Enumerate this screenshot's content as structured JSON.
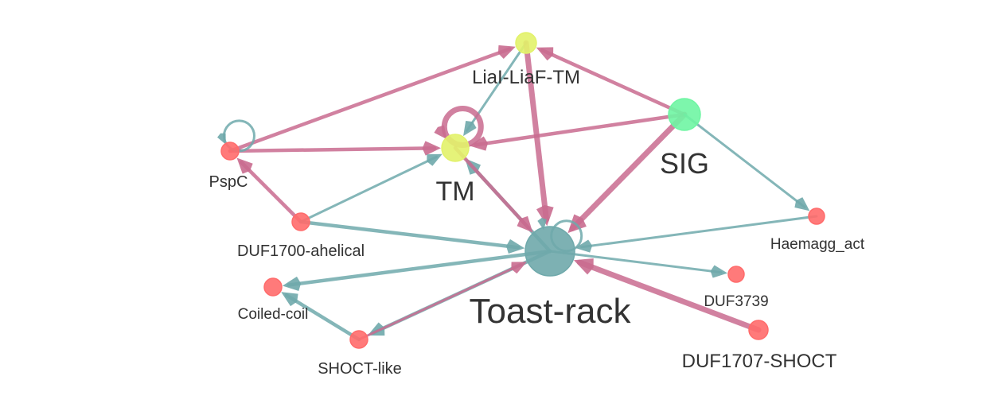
{
  "colors": {
    "pink_edge": "#c96b8f",
    "teal_edge": "#6fa9ab",
    "red_node": "#ff6b6b",
    "yellow_node": "#e2f26a",
    "green_node": "#6ff5a3",
    "teal_node": "#6fa9ab"
  },
  "nodes": [
    {
      "id": "toast",
      "label": "Toast-rack",
      "color": "teal_node",
      "size": 5
    },
    {
      "id": "sig",
      "label": "SIG",
      "color": "green_node",
      "size": 3
    },
    {
      "id": "tm",
      "label": "TM",
      "color": "yellow_node",
      "size": 3
    },
    {
      "id": "lial",
      "label": "LiaI-LiaF-TM",
      "color": "yellow_node",
      "size": 2
    },
    {
      "id": "pspc",
      "label": "PspC",
      "color": "red_node",
      "size": 1
    },
    {
      "id": "duf1700",
      "label": "DUF1700-ahelical",
      "color": "red_node",
      "size": 1
    },
    {
      "id": "coiled",
      "label": "Coiled-coil",
      "color": "red_node",
      "size": 1
    },
    {
      "id": "shoct",
      "label": "SHOCT-like",
      "color": "red_node",
      "size": 1
    },
    {
      "id": "haemagg",
      "label": "Haemagg_act",
      "color": "red_node",
      "size": 1
    },
    {
      "id": "duf3739",
      "label": "DUF3739",
      "color": "red_node",
      "size": 1
    },
    {
      "id": "duf1707",
      "label": "DUF1707-SHOCT",
      "color": "red_node",
      "size": 1
    }
  ],
  "edges": [
    {
      "from": "pspc",
      "to": "lial",
      "color": "pink_edge",
      "weight": 2
    },
    {
      "from": "pspc",
      "to": "tm",
      "color": "pink_edge",
      "weight": 2
    },
    {
      "from": "duf1700",
      "to": "pspc",
      "color": "pink_edge",
      "weight": 2
    },
    {
      "from": "duf1700",
      "to": "tm",
      "color": "teal_edge",
      "weight": 1
    },
    {
      "from": "duf1700",
      "to": "toast",
      "color": "teal_edge",
      "weight": 2
    },
    {
      "from": "sig",
      "to": "lial",
      "color": "pink_edge",
      "weight": 2
    },
    {
      "from": "sig",
      "to": "tm",
      "color": "pink_edge",
      "weight": 2
    },
    {
      "from": "sig",
      "to": "toast",
      "color": "pink_edge",
      "weight": 3
    },
    {
      "from": "sig",
      "to": "haemagg",
      "color": "teal_edge",
      "weight": 1
    },
    {
      "from": "lial",
      "to": "tm",
      "color": "teal_edge",
      "weight": 1
    },
    {
      "from": "lial",
      "to": "toast",
      "color": "pink_edge",
      "weight": 3
    },
    {
      "from": "toast",
      "to": "tm",
      "color": "teal_edge",
      "weight": 2
    },
    {
      "from": "tm",
      "to": "toast",
      "color": "pink_edge",
      "weight": 2
    },
    {
      "from": "haemagg",
      "to": "toast",
      "color": "teal_edge",
      "weight": 1
    },
    {
      "from": "toast",
      "to": "coiled",
      "color": "teal_edge",
      "weight": 2
    },
    {
      "from": "toast",
      "to": "duf3739",
      "color": "teal_edge",
      "weight": 1
    },
    {
      "from": "toast",
      "to": "shoct",
      "color": "teal_edge",
      "weight": 2
    },
    {
      "from": "shoct",
      "to": "toast",
      "color": "pink_edge",
      "weight": 1
    },
    {
      "from": "shoct",
      "to": "coiled",
      "color": "teal_edge",
      "weight": 2
    },
    {
      "from": "duf1707",
      "to": "toast",
      "color": "pink_edge",
      "weight": 3
    },
    {
      "from": "pspc",
      "to": "pspc",
      "color": "teal_edge",
      "weight": 1
    },
    {
      "from": "tm",
      "to": "tm",
      "color": "pink_edge",
      "weight": 3
    },
    {
      "from": "toast",
      "to": "toast",
      "color": "teal_edge",
      "weight": 1
    }
  ]
}
